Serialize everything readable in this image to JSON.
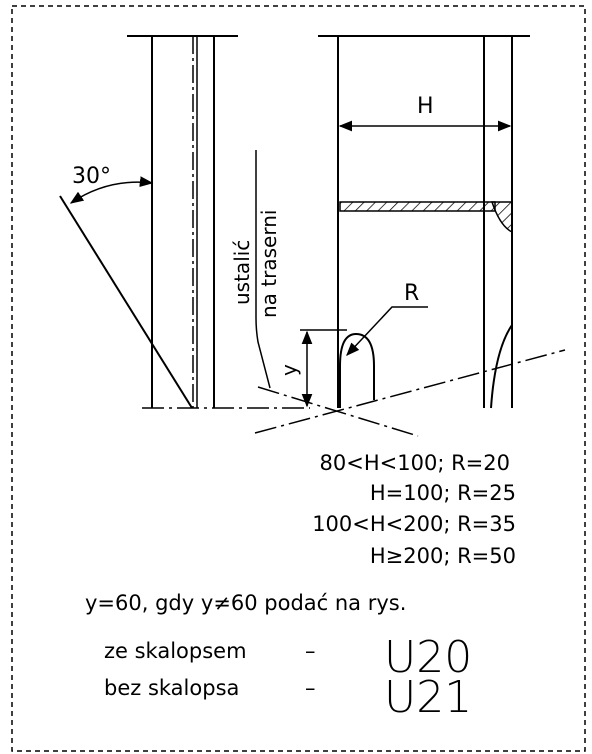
{
  "angle_label": "30°",
  "dimension_H": "H",
  "radius_label": "R",
  "y_label": "y",
  "note_line1": "ustalić",
  "note_line2": "na traserni",
  "rules": [
    "80<H<100;  R=20",
    "H=100;  R=25",
    "100<H<200;  R=35",
    "H≥200;  R=50"
  ],
  "y_rule": "y=60, gdy y≠60 podać na rys.",
  "variants": [
    {
      "label": "ze skalopsem",
      "dash": "–",
      "code": "U20"
    },
    {
      "label": "bez skalopsa",
      "dash": "–",
      "code": "U21"
    }
  ],
  "colors": {
    "ink": "#000000",
    "background": "#ffffff"
  }
}
